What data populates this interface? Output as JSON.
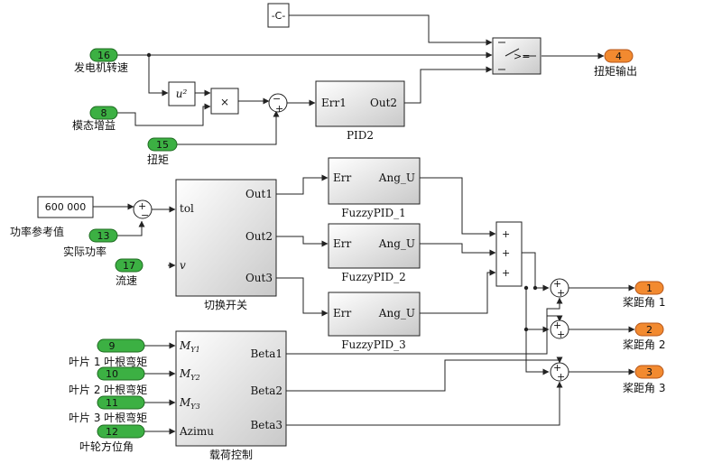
{
  "inports": [
    {
      "num": "16",
      "label": "发电机转速"
    },
    {
      "num": "8",
      "label": "模态增益"
    },
    {
      "num": "15",
      "label": "扭矩"
    },
    {
      "num": "13",
      "label": "实际功率"
    },
    {
      "num": "17",
      "label": "流速"
    },
    {
      "num": "9",
      "label": "叶片 1 叶根弯矩"
    },
    {
      "num": "10",
      "label": "叶片 2 叶根弯矩"
    },
    {
      "num": "11",
      "label": "叶片 3 叶根弯矩"
    },
    {
      "num": "12",
      "label": "叶轮方位角"
    }
  ],
  "outports": [
    {
      "num": "4",
      "label": "扭矩输出"
    },
    {
      "num": "1",
      "label": "桨距角 1"
    },
    {
      "num": "2",
      "label": "桨距角 2"
    },
    {
      "num": "3",
      "label": "桨距角 3"
    }
  ],
  "constant_c": "-C-",
  "constant_power": "600 000",
  "power_ref_label": "功率参考值",
  "switch_label": ">=",
  "square_label": "u²",
  "product_label": "×",
  "pid2": {
    "name": "PID2",
    "in": "Err1",
    "out": "Out2"
  },
  "switch_block": {
    "name": "切换开关",
    "in1": "tol",
    "in2": "v",
    "out1": "Out1",
    "out2": "Out2",
    "out3": "Out3"
  },
  "fuzzy": [
    {
      "name": "FuzzyPID_1",
      "in": "Err",
      "out": "Ang_U"
    },
    {
      "name": "FuzzyPID_2",
      "in": "Err",
      "out": "Ang_U"
    },
    {
      "name": "FuzzyPID_3",
      "in": "Err",
      "out": "Ang_U"
    }
  ],
  "load_block": {
    "name": "载荷控制",
    "in": [
      "M",
      "M",
      "M",
      "Azimu"
    ],
    "in_sub": [
      "Y1",
      "Y2",
      "Y3",
      ""
    ],
    "out": [
      "Beta1",
      "Beta2",
      "Beta3"
    ]
  },
  "sum_signs": {
    "plus": "+",
    "minus": "−"
  }
}
